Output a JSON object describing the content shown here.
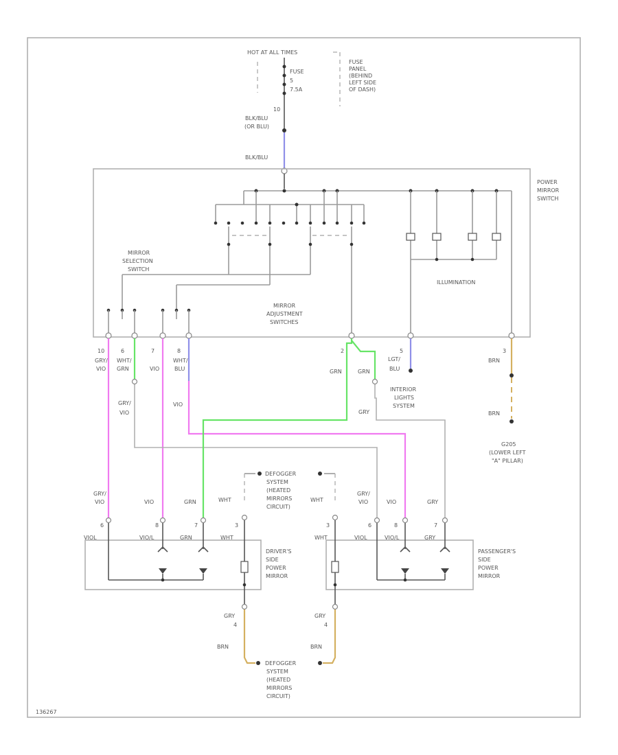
{
  "labels": {
    "hot": "HOT AT ALL TIMES",
    "fuse_word": "FUSE",
    "fuse_no": "5",
    "fuse_amp": "7.5A",
    "fuse_panel": [
      "FUSE",
      "PANEL",
      "(BEHIND",
      "LEFT SIDE",
      "OF DASH)"
    ],
    "pin_10": "10",
    "wire_top_a": "BLK/BLU",
    "wire_top_b": "(OR BLU)",
    "wire_top_c": "BLK/BLU",
    "power_mirror_switch": [
      "POWER",
      "MIRROR",
      "SWITCH"
    ],
    "mirror_selection_switch": [
      "MIRROR",
      "SELECTION",
      "SWITCH"
    ],
    "illumination": "ILLUMINATION",
    "mirror_adjustment": [
      "MIRROR",
      "ADJUSTMENT",
      "SWITCHES"
    ],
    "sw_pins": [
      {
        "no": "10",
        "c1": "GRY/",
        "c2": "VIO"
      },
      {
        "no": "6",
        "c1": "WHT/",
        "c2": "GRN"
      },
      {
        "no": "7",
        "c1": "",
        "c2": "VIO"
      },
      {
        "no": "8",
        "c1": "WHT/",
        "c2": "BLU"
      },
      {
        "no": "2",
        "c1": "",
        "c2": "GRN"
      },
      {
        "no": "5",
        "c1": "LGT/",
        "c2": "BLU"
      },
      {
        "no": "3",
        "c1": "",
        "c2": "BRN"
      }
    ],
    "grn_right": "GRN",
    "gry_vio_mid": [
      "GRY/",
      "VIO"
    ],
    "vio_mid": "VIO",
    "gry_mid": "GRY",
    "interior_lights": [
      "INTERIOR",
      "LIGHTS",
      "SYSTEM"
    ],
    "brn_lower": "BRN",
    "ground": [
      "G205",
      "(LOWER LEFT",
      "\"A\" PILLAR)"
    ],
    "defogger": [
      "DEFOGGER",
      "SYSTEM",
      "(HEATED",
      "MIRRORS",
      "CIRCUIT)"
    ],
    "wht": "WHT",
    "driver_mirror": [
      "DRIVER'S",
      "SIDE",
      "POWER",
      "MIRROR"
    ],
    "passenger_mirror": [
      "PASSENGER'S",
      "SIDE",
      "POWER",
      "MIRROR"
    ],
    "mirror_pins": [
      {
        "no": "6",
        "t": "GRY/",
        "b": "VIO"
      },
      {
        "no": "8",
        "t": "",
        "b": "VIO"
      },
      {
        "no": "7",
        "t": "",
        "b": "GRN"
      },
      {
        "no": "3",
        "t": "",
        "b": "WHT"
      }
    ],
    "mirror_pin_labels": [
      "VIOL",
      "VIO/L",
      "GRN",
      "WHT"
    ],
    "pass_pins": [
      {
        "no": "3",
        "t": "",
        "b": "WHT"
      },
      {
        "no": "6",
        "t": "GRY/",
        "b": "VIO"
      },
      {
        "no": "8",
        "t": "",
        "b": "VIO"
      },
      {
        "no": "7",
        "t": "",
        "b": "GRY"
      }
    ],
    "pass_pin_labels": [
      "WHT",
      "VIOL",
      "VIO/L",
      "GRY"
    ],
    "gry4_left": [
      "GRY",
      "4"
    ],
    "gry4_right": [
      "GRY",
      "4"
    ],
    "brn_left": "BRN",
    "brn_right": "BRN",
    "footer_code": "136267"
  },
  "colors": {
    "blue_wire": "#8f8fe8",
    "green_wire": "#66e466",
    "pink_wire": "#f07af0",
    "brown_wire": "#d4b060"
  }
}
